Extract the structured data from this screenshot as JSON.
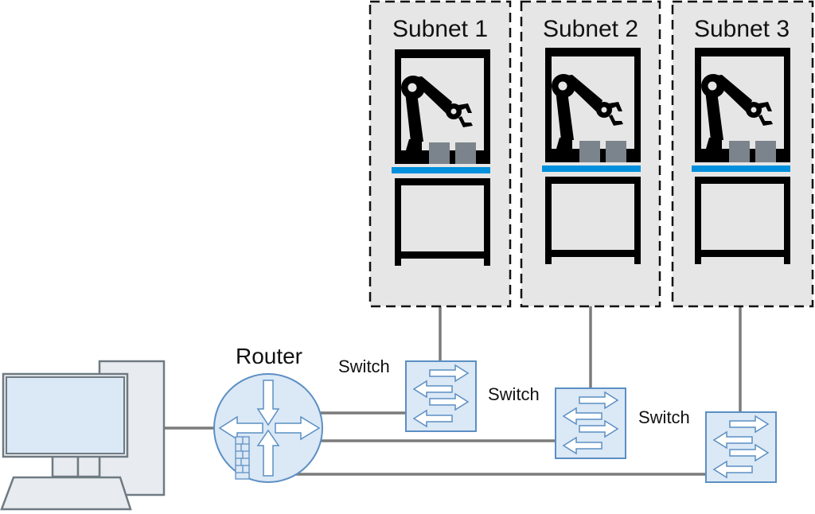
{
  "diagram": {
    "type": "network-topology",
    "colors": {
      "subnet_fill": "#e6e6e6",
      "subnet_border": "#111111",
      "machine_frame": "#000000",
      "conveyor": "#0090dd",
      "part_block": "#7b848c",
      "device_fill": "#dbe8f5",
      "device_stroke": "#5b8fc4",
      "link": "#7b7b7b",
      "computer_fill": "#e8ecf0",
      "computer_stroke": "#6f7a82",
      "screen_fill": "#dbe8f5"
    },
    "subnets": [
      {
        "id": "subnet-1",
        "title": "Subnet 1",
        "device": "robot-cell-icon"
      },
      {
        "id": "subnet-2",
        "title": "Subnet 2",
        "device": "robot-cell-icon"
      },
      {
        "id": "subnet-3",
        "title": "Subnet 3",
        "device": "robot-cell-icon"
      }
    ],
    "router": {
      "label": "Router",
      "icon": "router-icon",
      "extra_icon": "firewall-icon"
    },
    "switches": [
      {
        "id": "switch-1",
        "label": "Switch",
        "connects_to": "subnet-1"
      },
      {
        "id": "switch-2",
        "label": "Switch",
        "connects_to": "subnet-2"
      },
      {
        "id": "switch-3",
        "label": "Switch",
        "connects_to": "subnet-3"
      }
    ],
    "computer": {
      "icon": "desktop-computer-icon"
    },
    "links": [
      {
        "from": "computer",
        "to": "router"
      },
      {
        "from": "router",
        "to": "switch-1"
      },
      {
        "from": "router",
        "to": "switch-2"
      },
      {
        "from": "router",
        "to": "switch-3"
      },
      {
        "from": "switch-1",
        "to": "subnet-1"
      },
      {
        "from": "switch-2",
        "to": "subnet-2"
      },
      {
        "from": "switch-3",
        "to": "subnet-3"
      }
    ]
  }
}
